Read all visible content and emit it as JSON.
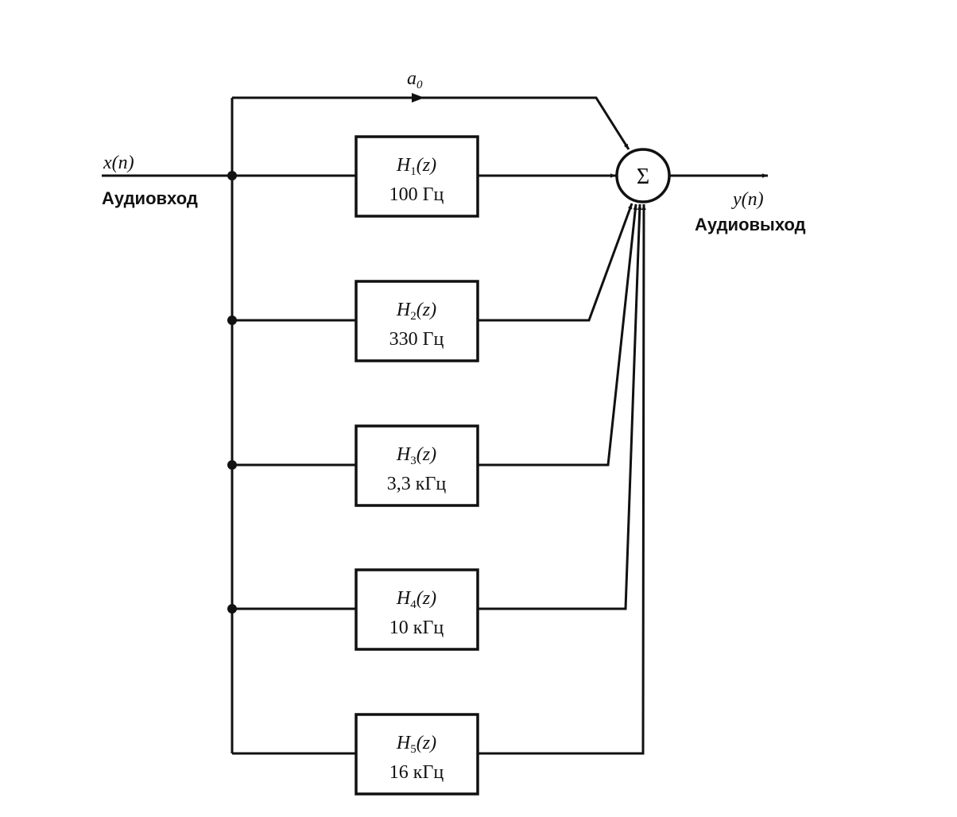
{
  "input": {
    "signal": "x(n)",
    "label": "Аудиовход"
  },
  "output": {
    "signal": "y(n)",
    "label": "Аудиовыход"
  },
  "bypass": {
    "gain": "a",
    "gain_sub": "0"
  },
  "summer": {
    "symbol": "Σ"
  },
  "filters": [
    {
      "name": "H",
      "sub": "1",
      "arg": "(z)",
      "freq": "100 Гц"
    },
    {
      "name": "H",
      "sub": "2",
      "arg": "(z)",
      "freq": "330 Гц"
    },
    {
      "name": "H",
      "sub": "3",
      "arg": "(z)",
      "freq": "3,3 кГц"
    },
    {
      "name": "H",
      "sub": "4",
      "arg": "(z)",
      "freq": "10 кГц"
    },
    {
      "name": "H",
      "sub": "5",
      "arg": "(z)",
      "freq": "16 кГц"
    }
  ]
}
